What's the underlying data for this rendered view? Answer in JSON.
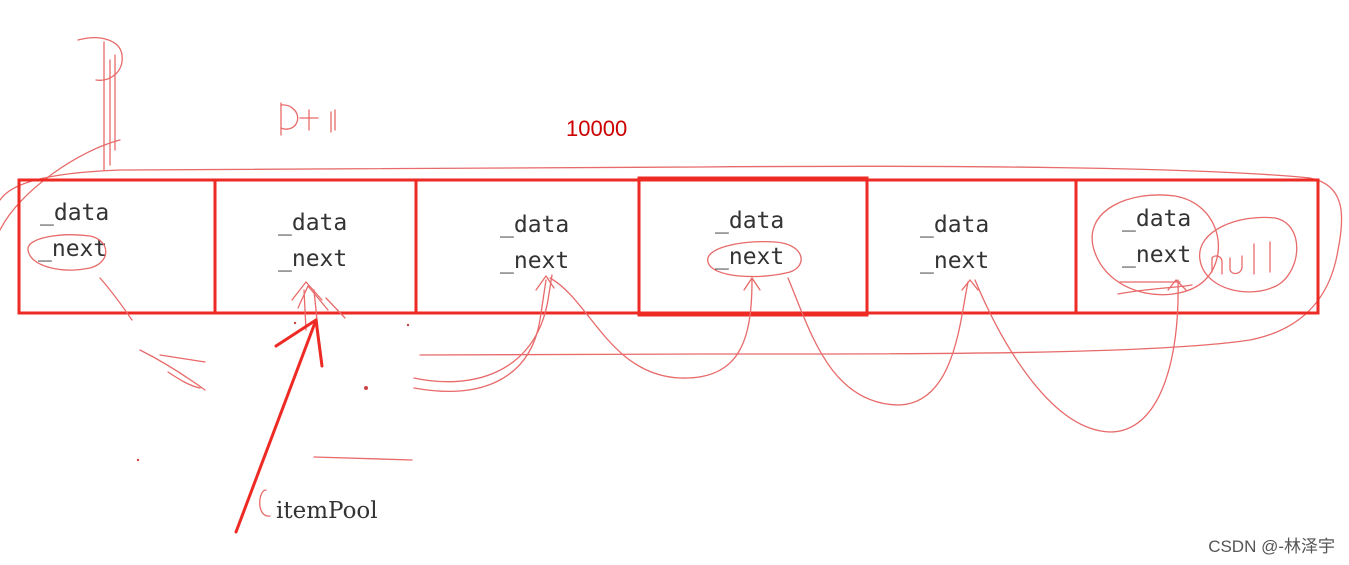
{
  "diagram": {
    "total_size_label": "10000",
    "pool_label": "itemPool",
    "null_label": "null",
    "pointer_label": "P+1",
    "node_fields": {
      "data": "_data",
      "next": "_next"
    },
    "nodes": [
      {
        "data": "_data",
        "next": "_next"
      },
      {
        "data": "_data",
        "next": "_next"
      },
      {
        "data": "_data",
        "next": "_next"
      },
      {
        "data": "_data",
        "next": "_next"
      },
      {
        "data": "_data",
        "next": "_next"
      },
      {
        "data": "_data",
        "next": "_next"
      }
    ],
    "colors": {
      "box": "#ee2a24",
      "sketch": "#e86a6a",
      "text": "#333333"
    }
  },
  "watermark": "CSDN @-林泽宇"
}
